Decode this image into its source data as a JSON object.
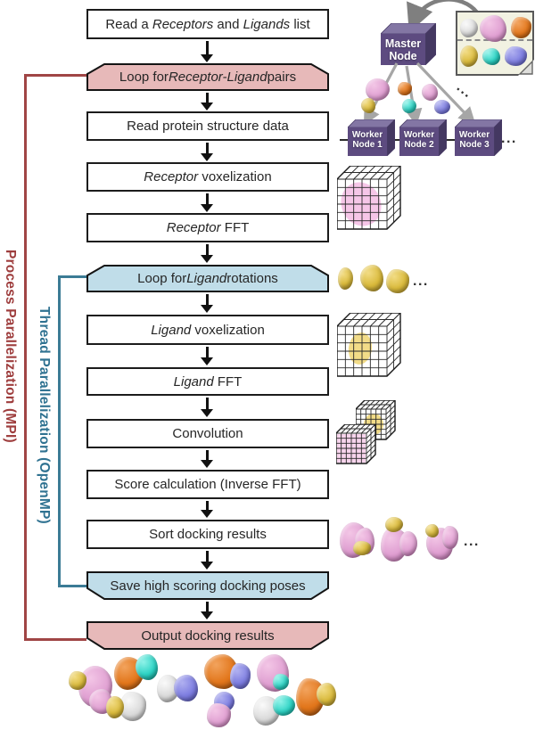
{
  "flowchart": {
    "steps": [
      {
        "id": "read-list",
        "type": "process",
        "segments": [
          {
            "t": "Read a "
          },
          {
            "t": "Receptors",
            "i": true
          },
          {
            "t": " and "
          },
          {
            "t": "Ligands",
            "i": true
          },
          {
            "t": " list"
          }
        ]
      },
      {
        "id": "loop-pairs",
        "type": "loop-start",
        "style": "pink",
        "segments": [
          {
            "t": "Loop for "
          },
          {
            "t": "Receptor-Ligand",
            "i": true
          },
          {
            "t": " pairs"
          }
        ]
      },
      {
        "id": "read-structure",
        "type": "process",
        "segments": [
          {
            "t": "Read protein structure data"
          }
        ]
      },
      {
        "id": "receptor-voxelization",
        "type": "process",
        "segments": [
          {
            "t": "Receptor",
            "i": true
          },
          {
            "t": " voxelization"
          }
        ]
      },
      {
        "id": "receptor-fft",
        "type": "process",
        "segments": [
          {
            "t": "Receptor",
            "i": true
          },
          {
            "t": " FFT"
          }
        ]
      },
      {
        "id": "loop-rotations",
        "type": "loop-start",
        "style": "blue",
        "segments": [
          {
            "t": "Loop for "
          },
          {
            "t": "Ligand",
            "i": true
          },
          {
            "t": " rotations"
          }
        ]
      },
      {
        "id": "ligand-voxelization",
        "type": "process",
        "segments": [
          {
            "t": "Ligand",
            "i": true
          },
          {
            "t": " voxelization"
          }
        ]
      },
      {
        "id": "ligand-fft",
        "type": "process",
        "segments": [
          {
            "t": "Ligand",
            "i": true
          },
          {
            "t": " FFT"
          }
        ]
      },
      {
        "id": "convolution",
        "type": "process",
        "segments": [
          {
            "t": "Convolution"
          }
        ]
      },
      {
        "id": "score-calculation",
        "type": "process",
        "segments": [
          {
            "t": "Score calculation (Inverse FFT)"
          }
        ]
      },
      {
        "id": "sort-results",
        "type": "process",
        "segments": [
          {
            "t": "Sort docking results"
          }
        ]
      },
      {
        "id": "save-poses",
        "type": "loop-end",
        "style": "blue",
        "segments": [
          {
            "t": "Save high scoring docking poses"
          }
        ]
      },
      {
        "id": "output-results",
        "type": "loop-end",
        "style": "pink",
        "segments": [
          {
            "t": "Output docking results"
          }
        ]
      }
    ],
    "rotations_ellipsis": "...",
    "sort_ellipsis": "..."
  },
  "parallelization": {
    "process_label": "Process Parallelization (MPI)",
    "thread_label": "Thread Parallelization (OpenMP)",
    "process_color": "#9e3d3d",
    "thread_color": "#2f7291"
  },
  "cluster": {
    "master_node": {
      "line1": "Master",
      "line2": "Node"
    },
    "worker_nodes": [
      {
        "line1": "Worker",
        "line2": "Node 1"
      },
      {
        "line1": "Worker",
        "line2": "Node 2"
      },
      {
        "line1": "Worker",
        "line2": "Node 3"
      }
    ],
    "worker_ellipsis": "...",
    "distribute_ellipsis": "..."
  },
  "colors": {
    "loop_pink": "#e7b9b9",
    "loop_blue": "#c0dde9",
    "bracket_red": "#a04545",
    "bracket_teal": "#3b7b95",
    "node_purple_front": "#5d4b80",
    "node_purple_top": "#8376a4",
    "node_purple_side": "#443861",
    "arrow_gray": "#a6a6a6",
    "protein_pink": "#e0a0d2",
    "protein_orange": "#e2761b",
    "protein_white": "#d9d9d9",
    "protein_yellow": "#d9b93a",
    "protein_cyan": "#2cd3c4",
    "protein_periwinkle": "#7d7de0",
    "voxel_blob_pink": "#f0a0d8",
    "voxel_blob_yellow": "#edd060"
  }
}
